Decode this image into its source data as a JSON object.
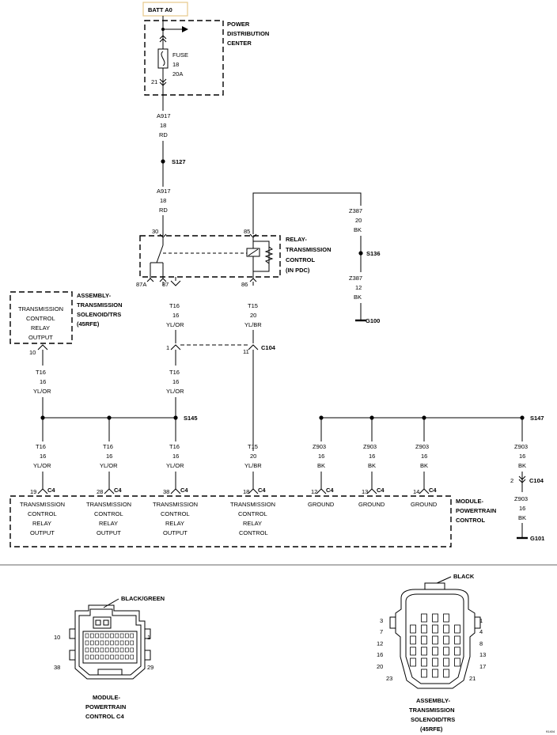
{
  "batt": "BATT A0",
  "pdc": [
    "POWER",
    "DISTRIBUTION",
    "CENTER"
  ],
  "fuse": [
    "FUSE",
    "18",
    "20A"
  ],
  "fuse_pin": "21",
  "a917_upper": [
    "A917",
    "18",
    "RD"
  ],
  "a917_lower": [
    "A917",
    "18",
    "RD"
  ],
  "s127": "S127",
  "relay": {
    "title": [
      "RELAY-",
      "TRANSMISSION",
      "CONTROL",
      "(IN PDC)"
    ],
    "pins": {
      "p30": "30",
      "p85": "85",
      "p87a": "87A",
      "p87": "87",
      "p86": "86"
    }
  },
  "z387_upper": [
    "Z387",
    "20",
    "BK"
  ],
  "s136": "S136",
  "z387_lower": [
    "Z387",
    "12",
    "BK"
  ],
  "g100": "G100",
  "asm_title": [
    "ASSEMBLY-",
    "TRANSMISSION",
    "SOLENOID/TRS",
    "(45RFE)"
  ],
  "asm_box": [
    "TRANSMISSION",
    "CONTROL",
    "RELAY",
    "OUTPUT"
  ],
  "asm_pin": "10",
  "t16_relay": [
    "T16",
    "16",
    "YL/OR"
  ],
  "t15_relay": [
    "T15",
    "20",
    "YL/BR"
  ],
  "c104_pins": {
    "left": "1",
    "right": "11"
  },
  "c104": "C104",
  "t16_asm": [
    "T16",
    "16",
    "YL/OR"
  ],
  "t16_mid": [
    "T16",
    "16",
    "YL/OR"
  ],
  "s145": "S145",
  "s147": "S147",
  "wires_bottom": [
    [
      "T16",
      "16",
      "YL/OR"
    ],
    [
      "T16",
      "16",
      "YL/OR"
    ],
    [
      "T16",
      "16",
      "YL/OR"
    ],
    [
      "T15",
      "20",
      "YL/BR"
    ],
    [
      "Z903",
      "16",
      "BK"
    ],
    [
      "Z903",
      "16",
      "BK"
    ],
    [
      "Z903",
      "16",
      "BK"
    ],
    [
      "Z903",
      "16",
      "BK"
    ]
  ],
  "c4": "C4",
  "c4_pins": [
    "19",
    "28",
    "38",
    "18",
    "12",
    "13",
    "14"
  ],
  "c104_right_pin": "2",
  "z903_after": [
    "Z903",
    "16",
    "BK"
  ],
  "g101": "G101",
  "pcm_functions": [
    [
      "TRANSMISSION",
      "CONTROL",
      "RELAY",
      "OUTPUT"
    ],
    [
      "TRANSMISSION",
      "CONTROL",
      "RELAY",
      "OUTPUT"
    ],
    [
      "TRANSMISSION",
      "CONTROL",
      "RELAY",
      "OUTPUT"
    ],
    [
      "TRANSMISSION",
      "CONTROL",
      "RELAY",
      "CONTROL"
    ],
    [
      "GROUND"
    ],
    [
      "GROUND"
    ],
    [
      "GROUND"
    ]
  ],
  "pcm_title": [
    "MODULE-",
    "POWERTRAIN",
    "CONTROL"
  ],
  "conn_left": {
    "color": "BLACK/GREEN",
    "pins": {
      "tl": "10",
      "tr": "1",
      "bl": "38",
      "br": "29"
    },
    "title": [
      "MODULE-",
      "POWERTRAIN",
      "CONTROL C4"
    ]
  },
  "conn_right": {
    "color": "BLACK",
    "pins_left": [
      "3",
      "7",
      "12",
      "16",
      "20",
      "23"
    ],
    "pins_right": [
      "1",
      "4",
      "8",
      "13",
      "17",
      "21"
    ],
    "title": [
      "ASSEMBLY-",
      "TRANSMISSION",
      "SOLENOID/TRS",
      "(45RFE)"
    ]
  },
  "figure_id": "91404"
}
